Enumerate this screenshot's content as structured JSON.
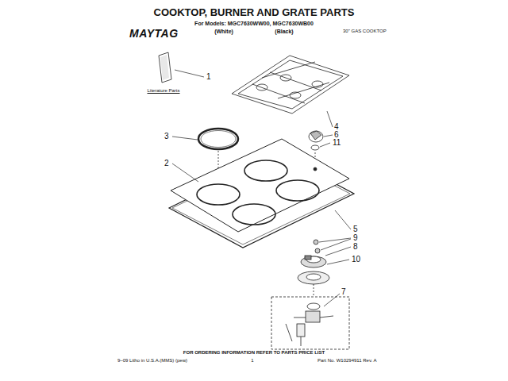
{
  "diagram": {
    "title": "COOKTOP, BURNER AND GRATE PARTS",
    "labels": [
      "MAYTAG",
      "For Models: MGC7630WW00, MGC7630WB00",
      "(White)",
      "(Black)",
      "30\" GAS COOKTOP",
      "Literature Parts",
      "1",
      "3",
      "2",
      "4",
      "6",
      "11",
      "5",
      "9",
      "8",
      "10",
      "7",
      "FOR ORDERING INFORMATION REFER TO PARTS PRICE LIST",
      "9–09 Litho in U.S.A.(MMS) (pew)",
      "1",
      "Part No. W10294911 Rev. A"
    ]
  }
}
